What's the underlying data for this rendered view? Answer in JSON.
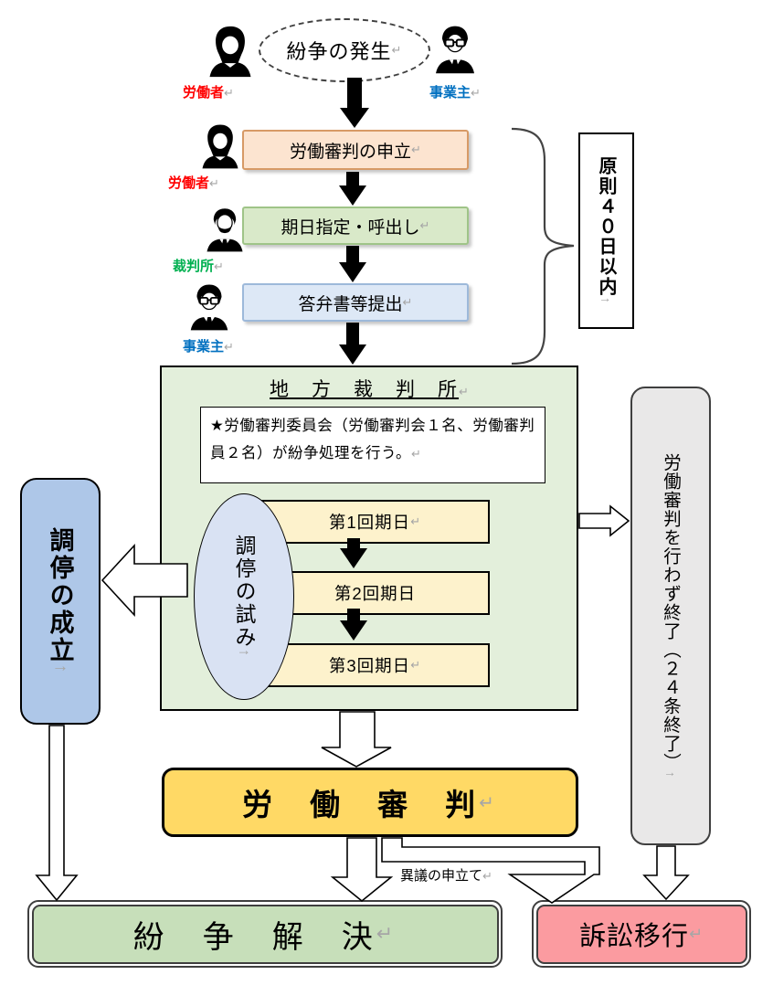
{
  "colors": {
    "worker_label": "#ff0000",
    "employer_label": "#0070c0",
    "court_label": "#00b050",
    "petition_fill": "#fce4d0",
    "petition_border": "#d79a66",
    "schedule_fill": "#d9e9c9",
    "schedule_border": "#9fc488",
    "answer_fill": "#dde8f6",
    "answer_border": "#9db9da",
    "court_fill": "#e3efdb",
    "session_fill": "#fdf2cc",
    "attempt_fill": "#d9e2f3",
    "success_fill": "#aec7e8",
    "gray_fill": "#e9e8e8",
    "shinpan_fill": "#ffd965",
    "resolution_fill": "#c7dfba",
    "litigation_fill": "#fb9ba0",
    "mark": "#a6a6a6"
  },
  "top": {
    "start_label": "紛争の発生",
    "start_mark": "↵",
    "worker1_label": "労働者",
    "worker1_mark": "↵",
    "employer1_label": "事業主",
    "employer1_mark": "↵"
  },
  "steps": {
    "petition_label": "労働審判の申立",
    "petition_mark": "↵",
    "petition_actor": "労働者",
    "petition_actor_mark": "↵",
    "schedule_label": "期日指定・呼出し",
    "schedule_mark": "↵",
    "schedule_actor": "裁判所",
    "schedule_actor_mark": "↵",
    "answer_label": "答弁書等提出",
    "answer_mark": "↵",
    "answer_actor": "事業主",
    "answer_actor_mark": "↵"
  },
  "deadline": {
    "label": "原則４０日以内",
    "mark": "↑"
  },
  "district_court": {
    "title": "地　方　裁　判　所",
    "title_mark": "↵",
    "note": "★労働審判委員会（労働審判会１名、労働審判員２名）が紛争処理を行う。",
    "note_mark": "↵",
    "mediation_attempt": "調停の試み",
    "mediation_attempt_mark": "↑",
    "sessions": [
      {
        "label": "第1回期日",
        "mark": "↵"
      },
      {
        "label": "第2回期日",
        "mark": ""
      },
      {
        "label": "第3回期日",
        "mark": "↵"
      }
    ]
  },
  "outcomes": {
    "mediation_success": "調停の成立",
    "mediation_success_mark": "↑",
    "ended_without_shinpan": "労働審判を行わず終了（２４条終了）",
    "ended_without_shinpan_mark": "↑",
    "shinpan": "労　働　審　判",
    "shinpan_mark": "↵",
    "objection": "異議の申立て",
    "objection_mark": "↵",
    "resolution": "紛　争　解　決",
    "resolution_mark": "↵",
    "litigation": "訴訟移行",
    "litigation_mark": "↵"
  }
}
